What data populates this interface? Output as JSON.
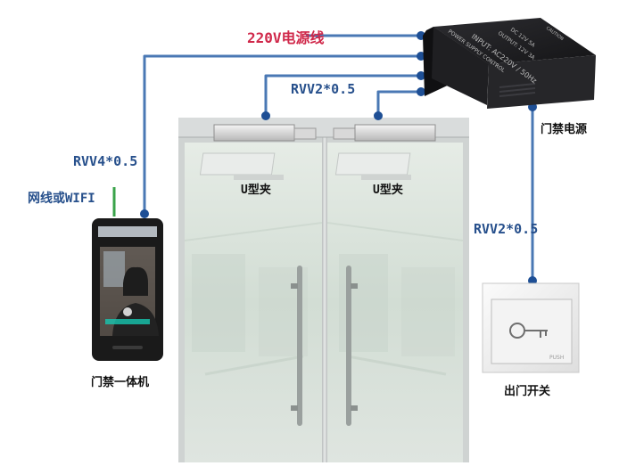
{
  "colors": {
    "wire": "#4a78b4",
    "node": "#1e4f95",
    "label_blue": "#27508c",
    "label_red": "#d0284a",
    "psu_body": "#1c1c1f",
    "door_glass": "#d5dfd7"
  },
  "labels": {
    "mains_wire": "220V电源线",
    "lock_wire": "RVV2*0.5",
    "terminal_wire": "RVV4*0.5",
    "network": "网线或WIFI",
    "power_supply": "门禁电源",
    "exit_wire": "RVV2*0.5",
    "access_terminal": "门禁一体机",
    "exit_button": "出门开关",
    "bracket_left": "U型夹",
    "bracket_right": "U型夹"
  },
  "psu_markings": {
    "side": "POWER SUPPLY CONTROL",
    "input": "INPUT: AC220V / 50Hz",
    "out1": "OUTPUT: 12V 3A",
    "out2": "DC 12V 5A",
    "caution": "CAUTION"
  },
  "button_markings": {
    "icon": "key-icon",
    "text": "PUSH"
  }
}
